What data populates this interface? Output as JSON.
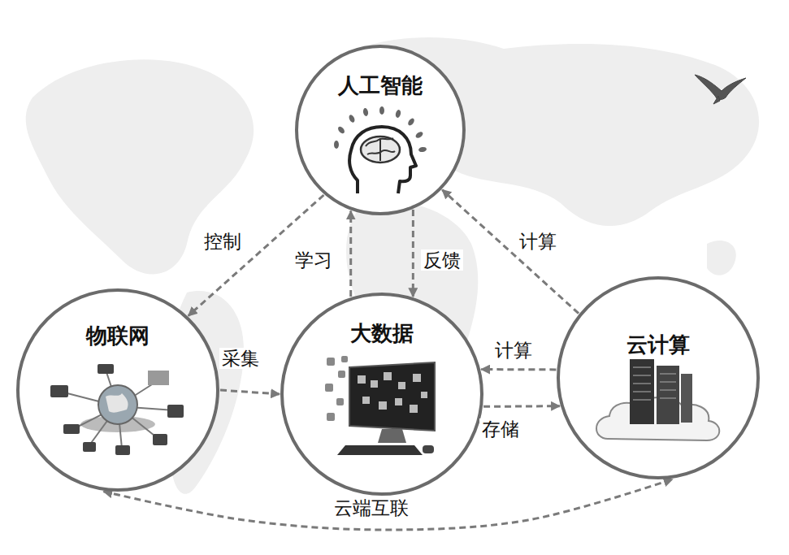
{
  "diagram": {
    "nodes": [
      {
        "text": [
          "人工智能"
        ]
      },
      {
        "text": [
          "物联网"
        ]
      },
      {
        "text": [
          "大数据"
        ]
      },
      {
        "text": [
          "云计算"
        ]
      }
    ],
    "edges": [
      {
        "from": 0,
        "to": 1,
        "label": "控制",
        "arrow": "to"
      },
      {
        "from": 2,
        "to": 0,
        "label": "学习",
        "arrow": "to"
      },
      {
        "from": 0,
        "to": 2,
        "label": "反馈",
        "arrow": "to"
      },
      {
        "from": 3,
        "to": 0,
        "label": "计算",
        "arrow": "to"
      },
      {
        "from": 1,
        "to": 2,
        "label": "采集",
        "arrow": "to"
      },
      {
        "from": 3,
        "to": 2,
        "label": "计算",
        "arrow": "to"
      },
      {
        "from": 2,
        "to": 3,
        "label": "存储",
        "arrow": "to"
      },
      {
        "from": 1,
        "to": 3,
        "label": "云端互联",
        "arrow": "both"
      }
    ]
  }
}
